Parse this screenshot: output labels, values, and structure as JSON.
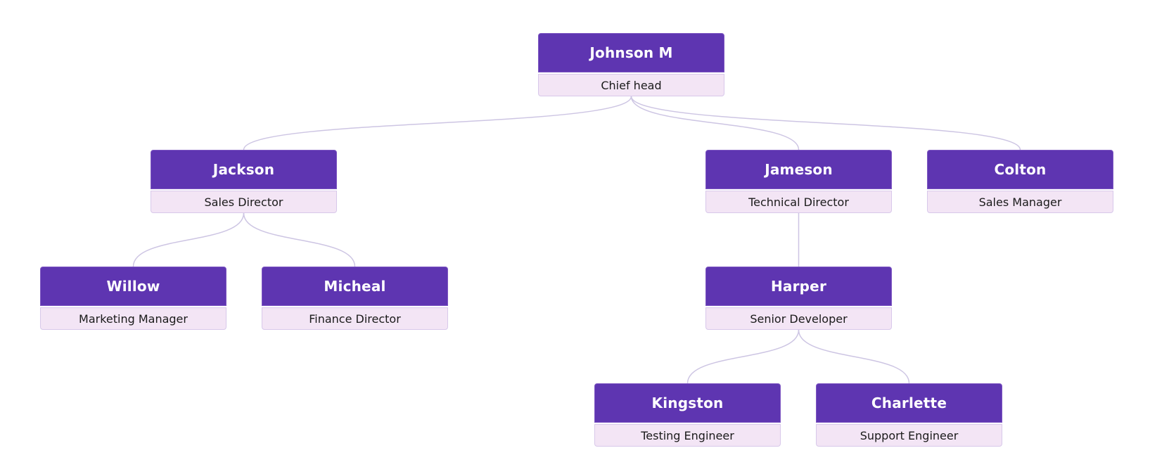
{
  "nodes": [
    {
      "id": "johnson",
      "name": "Johnson M",
      "title": "Chief head",
      "parent": null
    },
    {
      "id": "jackson",
      "name": "Jackson",
      "title": "Sales Director",
      "parent": "johnson"
    },
    {
      "id": "jameson",
      "name": "Jameson",
      "title": "Technical Director",
      "parent": "johnson"
    },
    {
      "id": "colton",
      "name": "Colton",
      "title": "Sales Manager",
      "parent": "johnson"
    },
    {
      "id": "willow",
      "name": "Willow",
      "title": "Marketing Manager",
      "parent": "jackson"
    },
    {
      "id": "micheal",
      "name": "Micheal",
      "title": "Finance Director",
      "parent": "jackson"
    },
    {
      "id": "harper",
      "name": "Harper",
      "title": "Senior Developer",
      "parent": "jameson"
    },
    {
      "id": "kingston",
      "name": "Kingston",
      "title": "Testing Engineer",
      "parent": "harper"
    },
    {
      "id": "charlette",
      "name": "Charlette",
      "title": "Support Engineer",
      "parent": "harper"
    }
  ],
  "colors": {
    "name_background": "#5e35b1",
    "title_background": "#f3e5f5",
    "connector": "#cdc5e3"
  }
}
